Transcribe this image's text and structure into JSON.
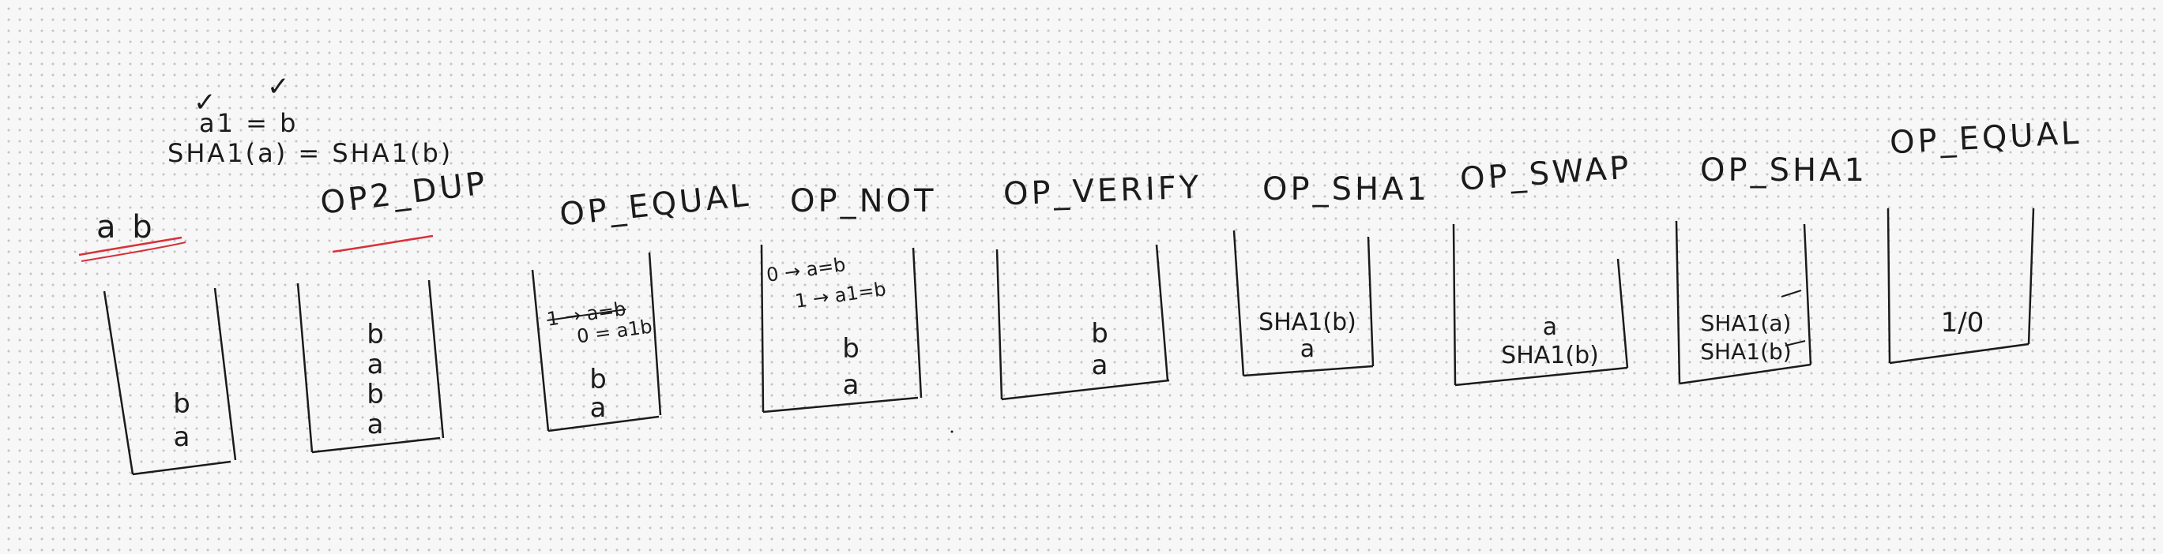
{
  "header": {
    "checks": [
      "✓",
      "✓"
    ],
    "line1": "a1 = b",
    "line2": "SHA1(a) = SHA1(b)"
  },
  "stacks": [
    {
      "title": "a  b",
      "items": [
        "b",
        "a"
      ],
      "notes": []
    },
    {
      "title": "OP2_DUP",
      "items": [
        "b",
        "a",
        "b",
        "a"
      ],
      "notes": []
    },
    {
      "title": "OP_EQUAL",
      "items": [
        "b",
        "a"
      ],
      "notes": [
        "1 → a=b",
        "0 = a1b"
      ]
    },
    {
      "title": "OP_NOT",
      "items": [
        "b",
        "a"
      ],
      "notes": [
        "0 → a=b",
        "1 → a1=b"
      ]
    },
    {
      "title": "OP_VERIFY",
      "items": [
        "b",
        "a"
      ],
      "notes": []
    },
    {
      "title": "OP_SHA1",
      "items": [
        "SHA1(b)",
        "a"
      ],
      "notes": []
    },
    {
      "title": "OP_SWAP",
      "items": [
        "a",
        "SHA1(b)"
      ],
      "notes": []
    },
    {
      "title": "OP_SHA1",
      "items": [
        "SHA1(a)",
        "SHA1(b)"
      ],
      "notes": []
    },
    {
      "title": "OP_EQUAL",
      "items": [
        "1/0"
      ],
      "notes": []
    }
  ],
  "colors": {
    "ink": "#1b1b1b",
    "underline": "#d9303a",
    "grid_dot": "#c4c4c4",
    "background": "#f7f7f7"
  }
}
